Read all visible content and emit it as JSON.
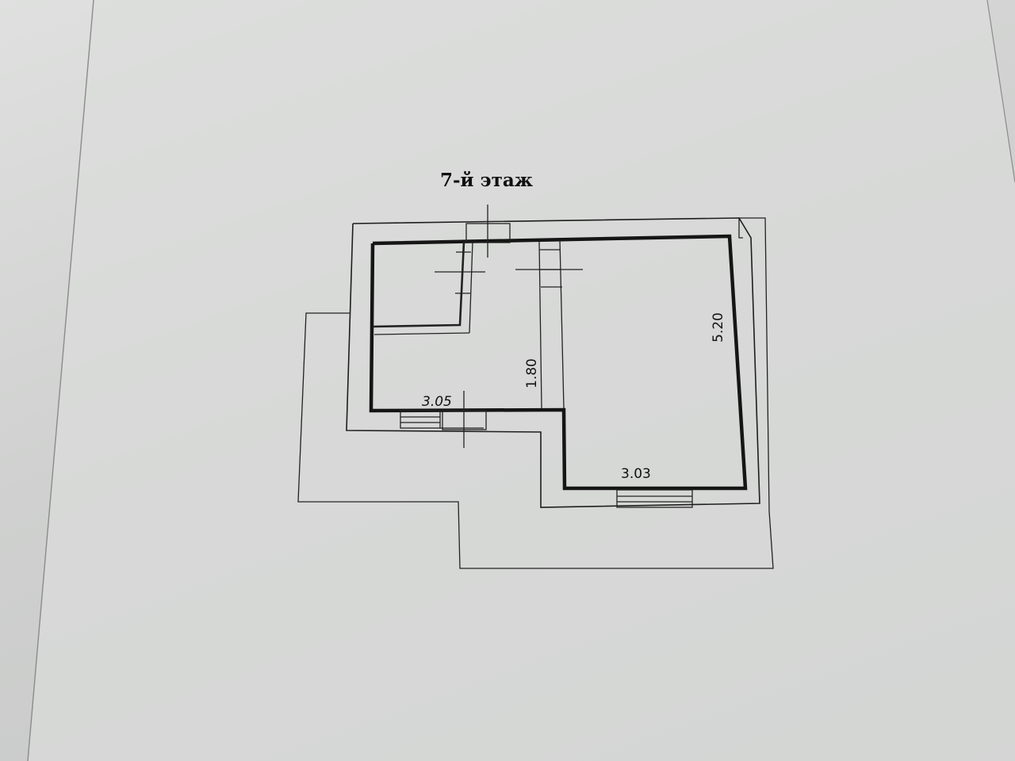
{
  "plan": {
    "title": "7-й этаж",
    "dimensions": {
      "left_room_width": "3.05",
      "corridor_length": "1.80",
      "right_room_length": "5.20",
      "right_room_width": "3.03"
    }
  },
  "colors": {
    "paper": "#d8d9d8",
    "ink": "#151515"
  }
}
